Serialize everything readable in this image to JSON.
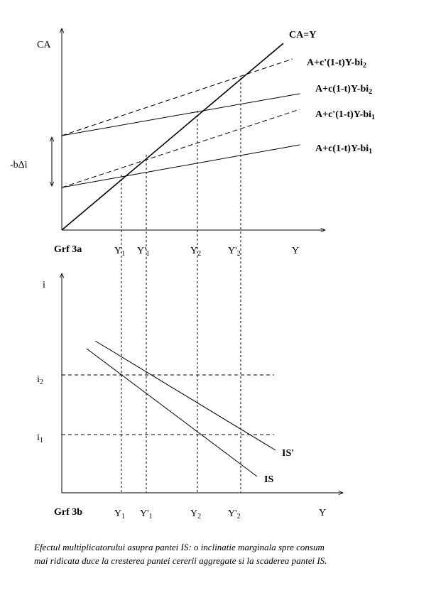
{
  "graph_a": {
    "name": "Grf 3a",
    "y_axis_label": "CA",
    "x_axis_label": "Y",
    "shift_label": "-bΔi",
    "lines": [
      {
        "label": "CA=Y"
      },
      {
        "label": "A+c'(1-t)Y-bi",
        "sub": "2"
      },
      {
        "label": "A+c(1-t)Y-bi",
        "sub": "2"
      },
      {
        "label": "A+c'(1-t)Y-bi",
        "sub": "1"
      },
      {
        "label": "A+c(1-t)Y-bi",
        "sub": "1"
      }
    ]
  },
  "graph_b": {
    "name": "Grf 3b",
    "y_axis_label": "i",
    "x_axis_label": "Y",
    "i_ticks": [
      {
        "base": "i",
        "sub": "2"
      },
      {
        "base": "i",
        "sub": "1"
      }
    ],
    "curves": [
      {
        "label": "IS'"
      },
      {
        "label": "IS"
      }
    ]
  },
  "x_ticks": [
    {
      "base": "Y",
      "sub": "1"
    },
    {
      "base": "Y'",
      "sub": "1"
    },
    {
      "base": "Y",
      "sub": "2"
    },
    {
      "base": "Y'",
      "sub": "2"
    }
  ],
  "caption": {
    "line1": "Efectul multiplicatorului asupra pantei IS: o inclinatie marginala spre consum",
    "line2": "mai ridicata duce la cresterea pantei  cererii aggregate si la scaderea pantei IS."
  }
}
